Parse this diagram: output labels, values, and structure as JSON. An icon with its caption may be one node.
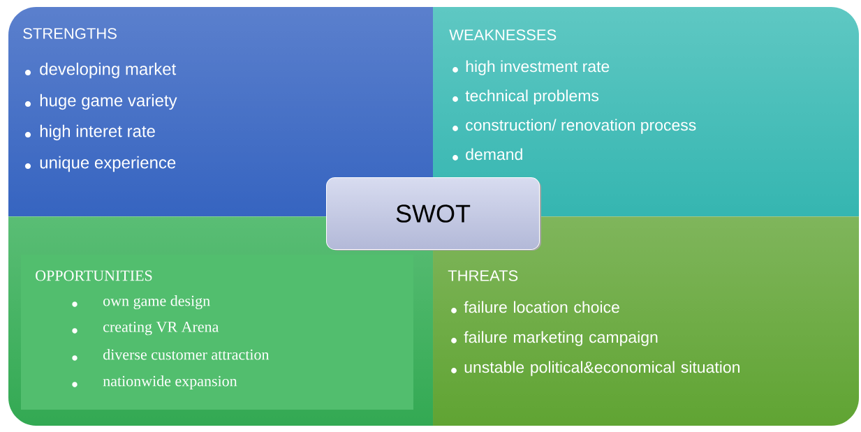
{
  "diagram": {
    "nodes": [
      {
        "text": [
          "STRENGTHS",
          "developing market",
          "huge game variety",
          "high interet rate",
          "unique experience"
        ]
      },
      {
        "text": [
          "WEAKNESSES",
          "high investment rate",
          "technical problems",
          "construction/ renovation process",
          "demand"
        ]
      },
      {
        "text": [],
        "shape": "box"
      },
      {
        "text": [
          "OPPORTUNITIES",
          "own game design",
          "creating VR Arena",
          "diverse customer attraction",
          "nationwide expansion"
        ],
        "in": 2
      },
      {
        "text": [
          "THREATS",
          "failure location choice",
          "failure marketing campaign",
          "unstable political&economical situation"
        ]
      },
      {
        "text": [
          "SWOT"
        ]
      }
    ]
  }
}
